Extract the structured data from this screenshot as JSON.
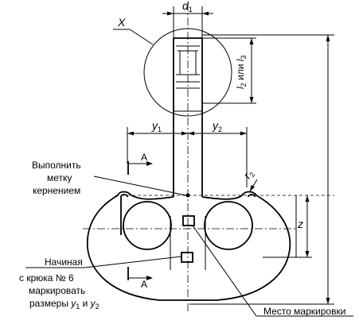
{
  "labels": {
    "detail": "X",
    "d1": "d",
    "d1_sub": "1",
    "l2_l3": "l",
    "l2_sub": "2",
    "ili": " или ",
    "l3": "l",
    "l3_sub": "3",
    "y1": "y",
    "y1_sub": "1",
    "y2": "y",
    "y2_sub": "2",
    "r2": "r",
    "r2_sub": "2",
    "z": "z",
    "section_top": "A",
    "section_bottom": "A",
    "note_punch_1": "Выполнить",
    "note_punch_2": "метку",
    "note_punch_3": "кернением",
    "note_start_1": "Начиная",
    "note_start_2": "с крюка № 6",
    "note_start_3": "маркировать",
    "note_start_4": "размеры",
    "note_start_y1": "y",
    "note_start_y1_sub": "1",
    "note_start_and": " и ",
    "note_start_y2": "y",
    "note_start_y2_sub": "2",
    "marking_place": "Место маркировки"
  }
}
